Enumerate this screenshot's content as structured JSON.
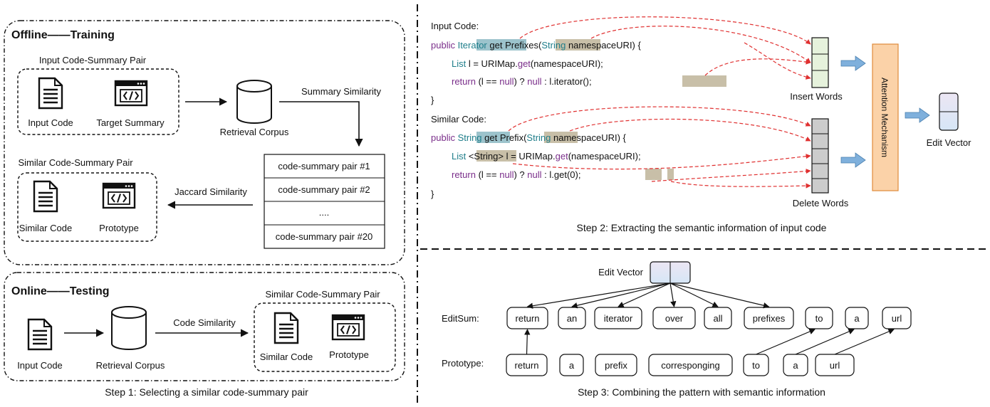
{
  "step1": {
    "offline_title": "Offline——Training",
    "input_pair_title": "Input Code-Summary Pair",
    "input_code": "Input Code",
    "target_summary": "Target Summary",
    "retrieval_corpus": "Retrieval Corpus",
    "summary_similarity": "Summary Similarity",
    "pairs": [
      "code-summary pair #1",
      "code-summary pair #2",
      "....",
      "code-summary pair #20"
    ],
    "jaccard": "Jaccard Similarity",
    "similar_pair_title": "Similar Code-Summary Pair",
    "similar_code": "Similar Code",
    "prototype": "Prototype",
    "online_title": "Online——Testing",
    "online_input_code": "Input Code",
    "online_retrieval_corpus": "Retrieval Corpus",
    "code_similarity": "Code Similarity",
    "online_pair_title": "Similar Code-Summary Pair",
    "online_similar_code": "Similar Code",
    "online_prototype": "Prototype",
    "caption": "Step 1: Selecting a similar code-summary pair"
  },
  "step2": {
    "input_label": "Input Code:",
    "input_l1": [
      "public ",
      "Iterator",
      " get ",
      "Prefixes",
      "(",
      "String",
      " namespaceURI) {"
    ],
    "input_l2": [
      "List",
      " l = URIMap.",
      "get",
      "(namespaceURI);"
    ],
    "input_l3": [
      "return",
      " (l == ",
      "null",
      ") ? ",
      "null",
      " : l.",
      "iterator",
      "();"
    ],
    "brace": "}",
    "similar_label": "Similar Code:",
    "sim_l1": [
      "public ",
      "String",
      " get ",
      "Prefix",
      "(",
      "String",
      " namespaceURI) {"
    ],
    "sim_l2": [
      "List ",
      "<String>",
      " l = URIMap.",
      "get",
      "(namespaceURI);"
    ],
    "sim_l3": [
      "return",
      " (l == ",
      "null",
      ") ? ",
      "null",
      " : l.",
      "get",
      "(",
      "0",
      ");"
    ],
    "insert_words": "Insert Words",
    "delete_words": "Delete Words",
    "attention": "Attention Mechanism",
    "edit_vector": "Edit Vector",
    "caption": "Step 2: Extracting the semantic information of input code"
  },
  "step3": {
    "edit_vector": "Edit Vector",
    "editsum_label": "EditSum:",
    "prototype_label": "Prototype:",
    "editsum_words": [
      "return",
      "an",
      "iterator",
      "over",
      "all",
      "prefixes",
      "to",
      "a",
      "url"
    ],
    "prototype_words": [
      "return",
      "a",
      "prefix",
      "corresponging",
      "to",
      "a",
      "url"
    ],
    "caption": "Step 3: Combining the pattern with semantic information"
  },
  "colors": {
    "keyword": "#7a2e8a",
    "type": "#1f7e8a",
    "highlight_type": "#9cc3cc",
    "highlight_word": "#c8bfa8",
    "dashed_arrow": "#e03030",
    "insert_fill": "#e6f2dc",
    "delete_fill": "#cccccc",
    "attention_fill": "#fbd2a8",
    "attention_stroke": "#e08a3a",
    "block_arrow": "#7fb0dc"
  }
}
